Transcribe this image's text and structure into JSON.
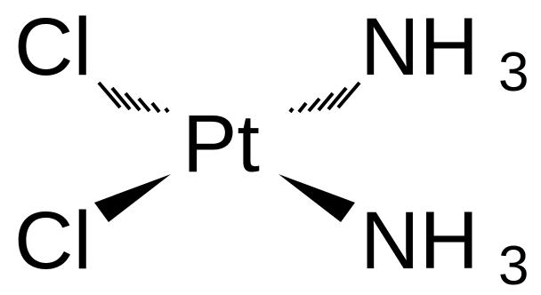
{
  "molecule": {
    "center": "Pt",
    "ligands": {
      "top_left": "Cl",
      "bottom_left": "Cl",
      "top_right": {
        "base": "NH",
        "subscript": "3"
      },
      "bottom_right": {
        "base": "NH",
        "subscript": "3"
      }
    },
    "bonds": {
      "top_left": "hashed-wedge",
      "top_right": "hashed-wedge",
      "bottom_left": "solid-wedge",
      "bottom_right": "solid-wedge"
    }
  },
  "colors": {
    "ink": "#000000",
    "background": "#ffffff"
  }
}
